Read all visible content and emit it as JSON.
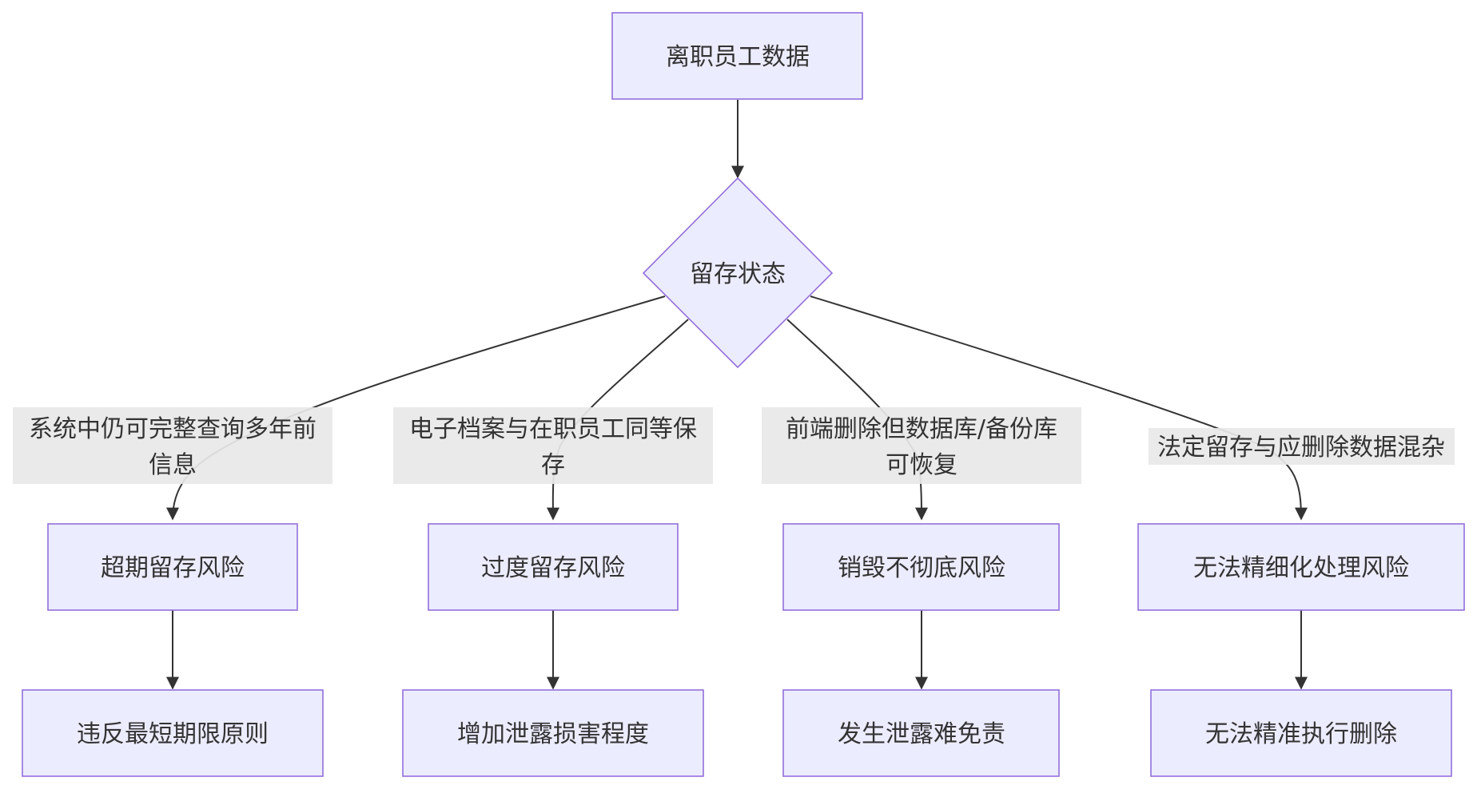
{
  "diagram": {
    "type": "flowchart",
    "colors": {
      "node_fill": "#ececff",
      "node_stroke": "#9370db",
      "edge": "#333333",
      "label_bg": "#e8e8e8",
      "text": "#333333"
    },
    "nodes": {
      "root": "离职员工数据",
      "decision": "留存状态",
      "risk1": "超期留存风险",
      "risk2": "过度留存风险",
      "risk3": "销毁不彻底风险",
      "risk4": "无法精细化处理风险",
      "out1": "违反最短期限原则",
      "out2": "增加泄露损害程度",
      "out3": "发生泄露难免责",
      "out4": "无法精准执行删除"
    },
    "edge_labels": {
      "e1": [
        "系统中仍可完整查询多年前",
        "信息"
      ],
      "e2": [
        "电子档案与在职员工同等保",
        "存"
      ],
      "e3": [
        "前端删除但数据库/备份库",
        "可恢复"
      ],
      "e4": [
        "法定留存与应删除数据混杂"
      ]
    }
  }
}
